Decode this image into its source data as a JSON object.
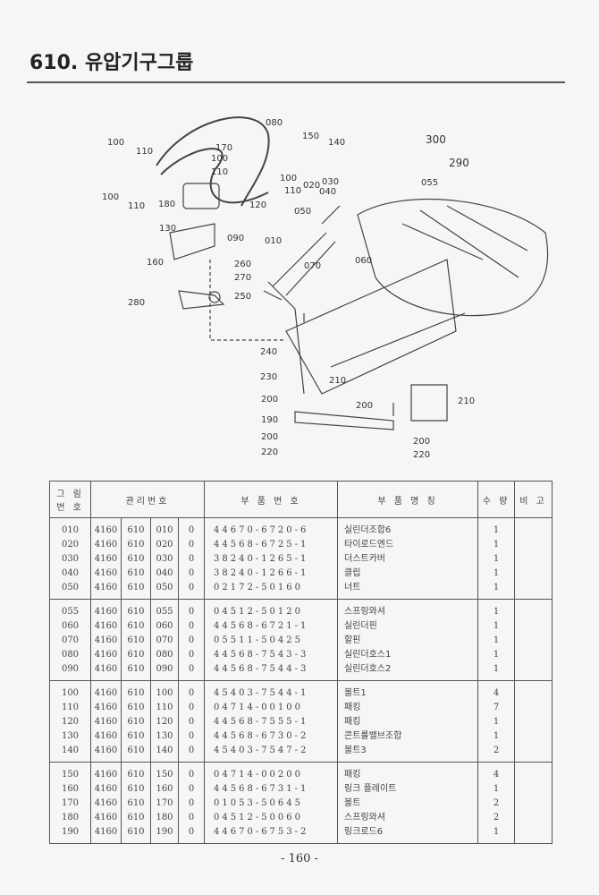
{
  "title": "610. 유압기구그룹",
  "diagram": {
    "callouts": [
      "080",
      "150",
      "140",
      "100",
      "110",
      "170",
      "100",
      "110",
      "300",
      "290",
      "055",
      "100",
      "110",
      "180",
      "030",
      "040",
      "020",
      "100",
      "110",
      "130",
      "120",
      "050",
      "090",
      "010",
      "060",
      "070",
      "160",
      "260",
      "270",
      "250",
      "280",
      "240",
      "230",
      "210",
      "200",
      "190",
      "200",
      "220",
      "200",
      "210",
      "200",
      "220"
    ]
  },
  "table": {
    "headers": {
      "fig_no": "그 림 번 호",
      "mgmt_no": "관리번호",
      "part_no": "부 품 번 호",
      "part_name": "부 품 명 칭",
      "qty": "수 량",
      "remarks": "비 고"
    },
    "groups": [
      {
        "rows": [
          {
            "fig": "010",
            "m1": "4160",
            "m2": "610",
            "m3": "010",
            "m4": "0",
            "part": "44670-6720-6",
            "name": "실린더조합6",
            "qty": "1"
          },
          {
            "fig": "020",
            "m1": "4160",
            "m2": "610",
            "m3": "020",
            "m4": "0",
            "part": "44568-6725-1",
            "name": "타이로드엔드",
            "qty": "1"
          },
          {
            "fig": "030",
            "m1": "4160",
            "m2": "610",
            "m3": "030",
            "m4": "0",
            "part": "38240-1265-1",
            "name": "더스트카버",
            "qty": "1"
          },
          {
            "fig": "040",
            "m1": "4160",
            "m2": "610",
            "m3": "040",
            "m4": "0",
            "part": "38240-1266-1",
            "name": "클립",
            "qty": "1"
          },
          {
            "fig": "050",
            "m1": "4160",
            "m2": "610",
            "m3": "050",
            "m4": "0",
            "part": "02172-50160",
            "name": "너트",
            "qty": "1"
          }
        ]
      },
      {
        "rows": [
          {
            "fig": "055",
            "m1": "4160",
            "m2": "610",
            "m3": "055",
            "m4": "0",
            "part": "04512-50120",
            "name": "스프링와셔",
            "qty": "1"
          },
          {
            "fig": "060",
            "m1": "4160",
            "m2": "610",
            "m3": "060",
            "m4": "0",
            "part": "44568-6721-1",
            "name": "실린더핀",
            "qty": "1"
          },
          {
            "fig": "070",
            "m1": "4160",
            "m2": "610",
            "m3": "070",
            "m4": "0",
            "part": "05511-50425",
            "name": "할핀",
            "qty": "1"
          },
          {
            "fig": "080",
            "m1": "4160",
            "m2": "610",
            "m3": "080",
            "m4": "0",
            "part": "44568-7543-3",
            "name": "실린더호스1",
            "qty": "1"
          },
          {
            "fig": "090",
            "m1": "4160",
            "m2": "610",
            "m3": "090",
            "m4": "0",
            "part": "44568-7544-3",
            "name": "실린더호스2",
            "qty": "1"
          }
        ]
      },
      {
        "rows": [
          {
            "fig": "100",
            "m1": "4160",
            "m2": "610",
            "m3": "100",
            "m4": "0",
            "part": "45403-7544-1",
            "name": "볼트1",
            "qty": "4"
          },
          {
            "fig": "110",
            "m1": "4160",
            "m2": "610",
            "m3": "110",
            "m4": "0",
            "part": "04714-00100",
            "name": "패킹",
            "qty": "7"
          },
          {
            "fig": "120",
            "m1": "4160",
            "m2": "610",
            "m3": "120",
            "m4": "0",
            "part": "44568-7555-1",
            "name": "패킹",
            "qty": "1"
          },
          {
            "fig": "130",
            "m1": "4160",
            "m2": "610",
            "m3": "130",
            "m4": "0",
            "part": "44568-6730-2",
            "name": "콘트롤밸브조합",
            "qty": "1"
          },
          {
            "fig": "140",
            "m1": "4160",
            "m2": "610",
            "m3": "140",
            "m4": "0",
            "part": "45403-7547-2",
            "name": "볼트3",
            "qty": "2"
          }
        ]
      },
      {
        "rows": [
          {
            "fig": "150",
            "m1": "4160",
            "m2": "610",
            "m3": "150",
            "m4": "0",
            "part": "04714-00200",
            "name": "패킹",
            "qty": "4"
          },
          {
            "fig": "160",
            "m1": "4160",
            "m2": "610",
            "m3": "160",
            "m4": "0",
            "part": "44568-6731-1",
            "name": "링크 플레이트",
            "qty": "1"
          },
          {
            "fig": "170",
            "m1": "4160",
            "m2": "610",
            "m3": "170",
            "m4": "0",
            "part": "01053-50645",
            "name": "볼트",
            "qty": "2"
          },
          {
            "fig": "180",
            "m1": "4160",
            "m2": "610",
            "m3": "180",
            "m4": "0",
            "part": "04512-50060",
            "name": "스프링와셔",
            "qty": "2"
          },
          {
            "fig": "190",
            "m1": "4160",
            "m2": "610",
            "m3": "190",
            "m4": "0",
            "part": "44670-6753-2",
            "name": "링크로드6",
            "qty": "1"
          }
        ]
      }
    ]
  },
  "page_number": "- 160 -"
}
